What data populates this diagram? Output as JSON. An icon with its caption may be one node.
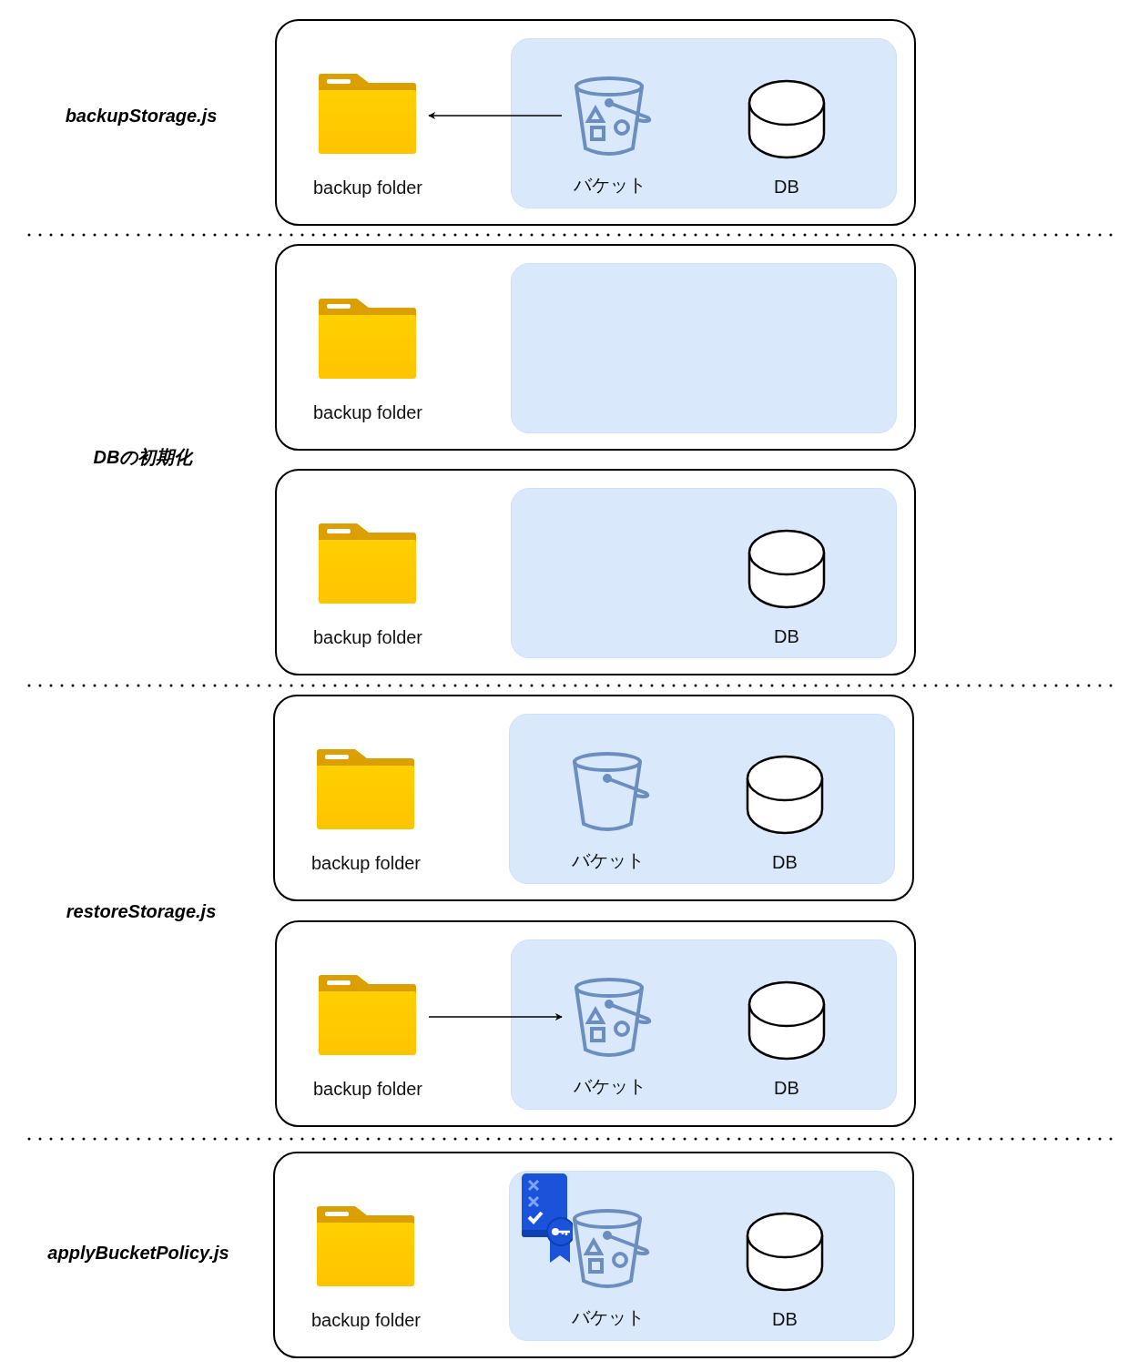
{
  "diagram": {
    "nodes": [
      {
        "text": [],
        "shape": "box"
      },
      {
        "text": [
          "backup folder"
        ],
        "in": 0
      },
      {
        "text": [],
        "shape": "box",
        "in": 0
      },
      {
        "text": [
          "バケット"
        ],
        "in": 2
      },
      {
        "text": [
          "DB"
        ],
        "in": 2
      },
      {
        "text": [],
        "shape": "box"
      },
      {
        "text": [
          "backup folder"
        ],
        "in": 5
      },
      {
        "text": [],
        "shape": "box",
        "in": 5
      },
      {
        "text": [],
        "shape": "box"
      },
      {
        "text": [
          "backup folder"
        ],
        "in": 8
      },
      {
        "text": [],
        "shape": "box",
        "in": 8
      },
      {
        "text": [
          "DB"
        ],
        "in": 10
      },
      {
        "text": [],
        "shape": "box"
      },
      {
        "text": [
          "backup folder"
        ],
        "in": 12
      },
      {
        "text": [],
        "shape": "box",
        "in": 12
      },
      {
        "text": [
          "バケット"
        ],
        "in": 14
      },
      {
        "text": [
          "DB"
        ],
        "in": 14
      },
      {
        "text": [],
        "shape": "box"
      },
      {
        "text": [
          "backup folder"
        ],
        "in": 17
      },
      {
        "text": [],
        "shape": "box",
        "in": 17
      },
      {
        "text": [
          "バケット"
        ],
        "in": 19
      },
      {
        "text": [
          "DB"
        ],
        "in": 19
      },
      {
        "text": [],
        "shape": "box"
      },
      {
        "text": [
          "backup folder"
        ],
        "in": 22
      },
      {
        "text": [],
        "shape": "box",
        "in": 22
      },
      {
        "text": [
          "バケット"
        ],
        "in": 24
      },
      {
        "text": [
          "DB"
        ],
        "in": 24
      }
    ],
    "edges": [
      {
        "from": 3,
        "to": 1,
        "arrow": "to"
      },
      {
        "from": 18,
        "to": 20,
        "arrow": "to"
      }
    ],
    "labels": [
      "backupStorage.js",
      "DBの初期化",
      "restoreStorage.js",
      "applyBucketPolicy.js"
    ]
  }
}
